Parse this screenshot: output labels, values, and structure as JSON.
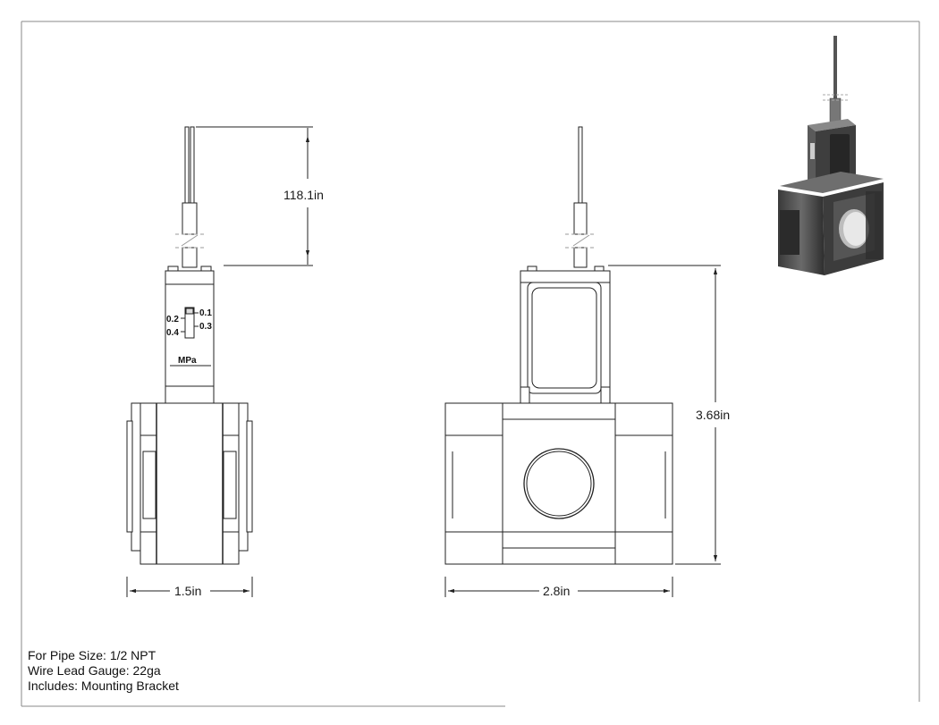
{
  "dimensions": {
    "lead_length": "118.1in",
    "height": "3.68in",
    "width_side": "1.5in",
    "width_front": "2.8in"
  },
  "switch_scale": {
    "left": [
      "0.2",
      "0.4"
    ],
    "right": [
      "0.1",
      "0.3"
    ],
    "unit": "MPa"
  },
  "notes": [
    "For Pipe Size: 1/2 NPT",
    "Wire Lead Gauge: 22ga",
    "Includes: Mounting Bracket"
  ]
}
